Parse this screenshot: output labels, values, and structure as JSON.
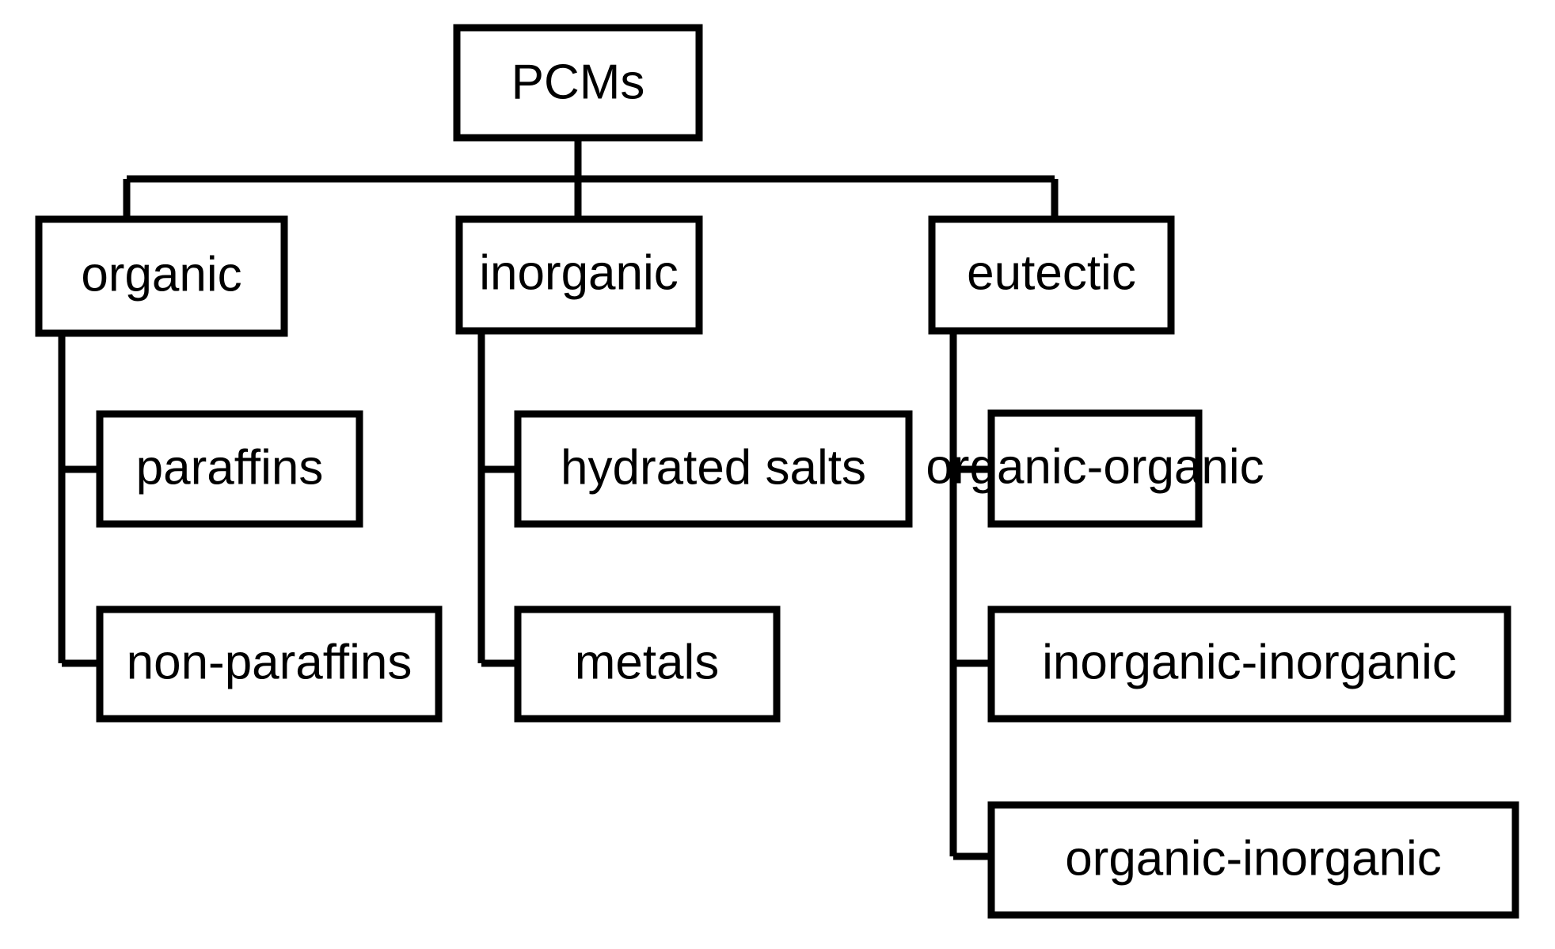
{
  "diagram": {
    "type": "tree",
    "title": "PCMs classification",
    "background_color": "#ffffff",
    "line_color": "#000000",
    "text_color": "#000000",
    "root": {
      "id": "pcms",
      "label": "PCMs"
    },
    "level2": [
      {
        "id": "organic",
        "label": "organic"
      },
      {
        "id": "inorganic",
        "label": "inorganic"
      },
      {
        "id": "eutectic",
        "label": "eutectic"
      }
    ],
    "level3": {
      "organic": [
        {
          "id": "paraffins",
          "label": "paraffins"
        },
        {
          "id": "non-paraffins",
          "label": "non-paraffins"
        }
      ],
      "inorganic": [
        {
          "id": "hydrated-salts",
          "label": "hydrated salts"
        },
        {
          "id": "metals",
          "label": "metals"
        }
      ],
      "eutectic": [
        {
          "id": "organic-organic",
          "label": "organic-organic"
        },
        {
          "id": "inorganic-inorganic",
          "label": "inorganic-inorganic"
        },
        {
          "id": "organic-inorganic",
          "label": "organic-inorganic"
        }
      ]
    }
  }
}
